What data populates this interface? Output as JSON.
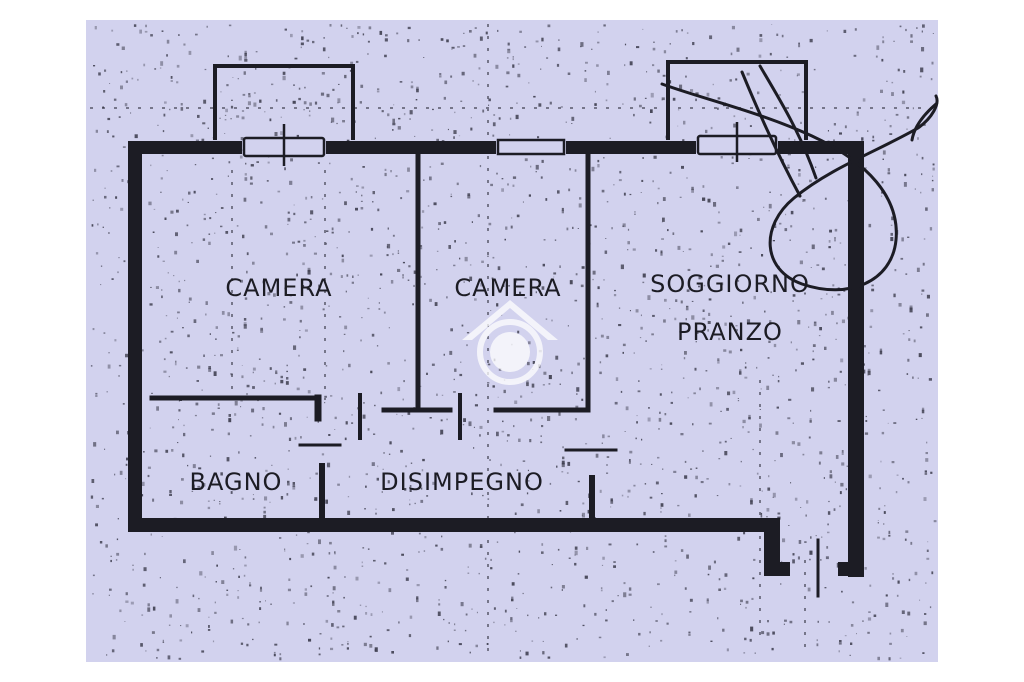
{
  "plan": {
    "colors": {
      "paper": "#d2d2ee",
      "ink": "#1c1c24",
      "speckle": "#3a3a4a",
      "watermark": "#ffffff"
    },
    "rooms": [
      {
        "id": "camera-left",
        "label": "CAMERA"
      },
      {
        "id": "camera-middle",
        "label": "CAMERA"
      },
      {
        "id": "soggiorno",
        "label": "SOGGIORNO"
      },
      {
        "id": "pranzo",
        "label": "PRANZO"
      },
      {
        "id": "bagno",
        "label": "BAGNO"
      },
      {
        "id": "disimpegno",
        "label": "DISIMPEGNO"
      }
    ],
    "watermark_icon": "house-logo-icon"
  }
}
